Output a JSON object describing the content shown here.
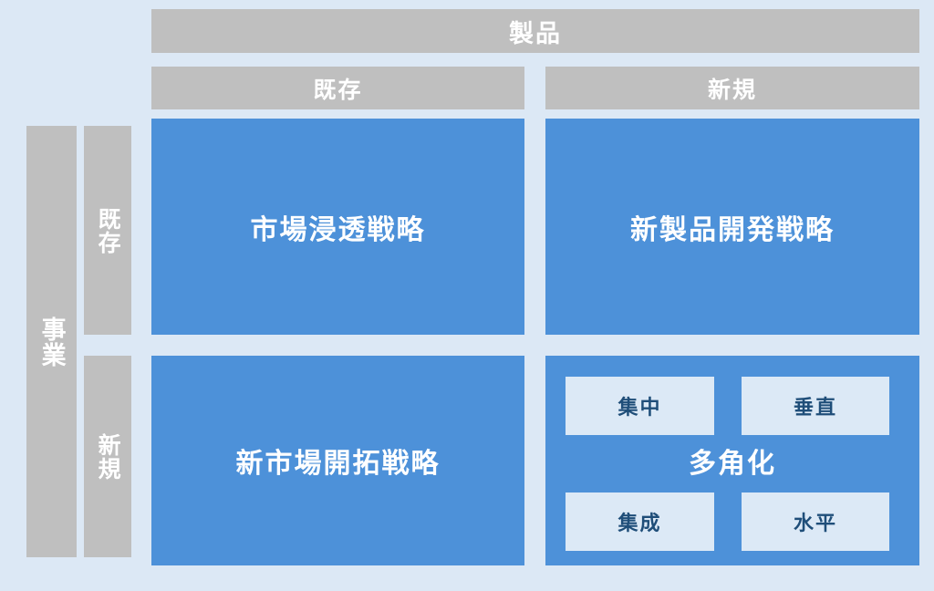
{
  "colors": {
    "background": "#dce8f5",
    "header_gray": "#bfbfbf",
    "quadrant_blue": "#4d91d9",
    "subbox_fill": "#dce9f6",
    "subbox_text": "#1f4e79",
    "header_text": "#ffffff",
    "quadrant_text": "#ffffff"
  },
  "axes": {
    "product": {
      "title": "製品",
      "columns": [
        {
          "label": "既存"
        },
        {
          "label": "新規"
        }
      ]
    },
    "business": {
      "title": "事業",
      "rows": [
        {
          "label": "既存"
        },
        {
          "label": "新規"
        }
      ]
    }
  },
  "quadrants": [
    {
      "id": "market-penetration",
      "label": "市場浸透戦略",
      "row": "既存",
      "column": "既存"
    },
    {
      "id": "product-development",
      "label": "新製品開発戦略",
      "row": "既存",
      "column": "新規"
    },
    {
      "id": "market-development",
      "label": "新市場開拓戦略",
      "row": "新規",
      "column": "既存"
    },
    {
      "id": "diversification",
      "label": "多角化",
      "row": "新規",
      "column": "新規"
    }
  ],
  "diversification": {
    "label": "多角化",
    "types": [
      {
        "id": "concentric",
        "label": "集中"
      },
      {
        "id": "vertical",
        "label": "垂直"
      },
      {
        "id": "integrated",
        "label": "集成"
      },
      {
        "id": "horizontal",
        "label": "水平"
      }
    ]
  }
}
